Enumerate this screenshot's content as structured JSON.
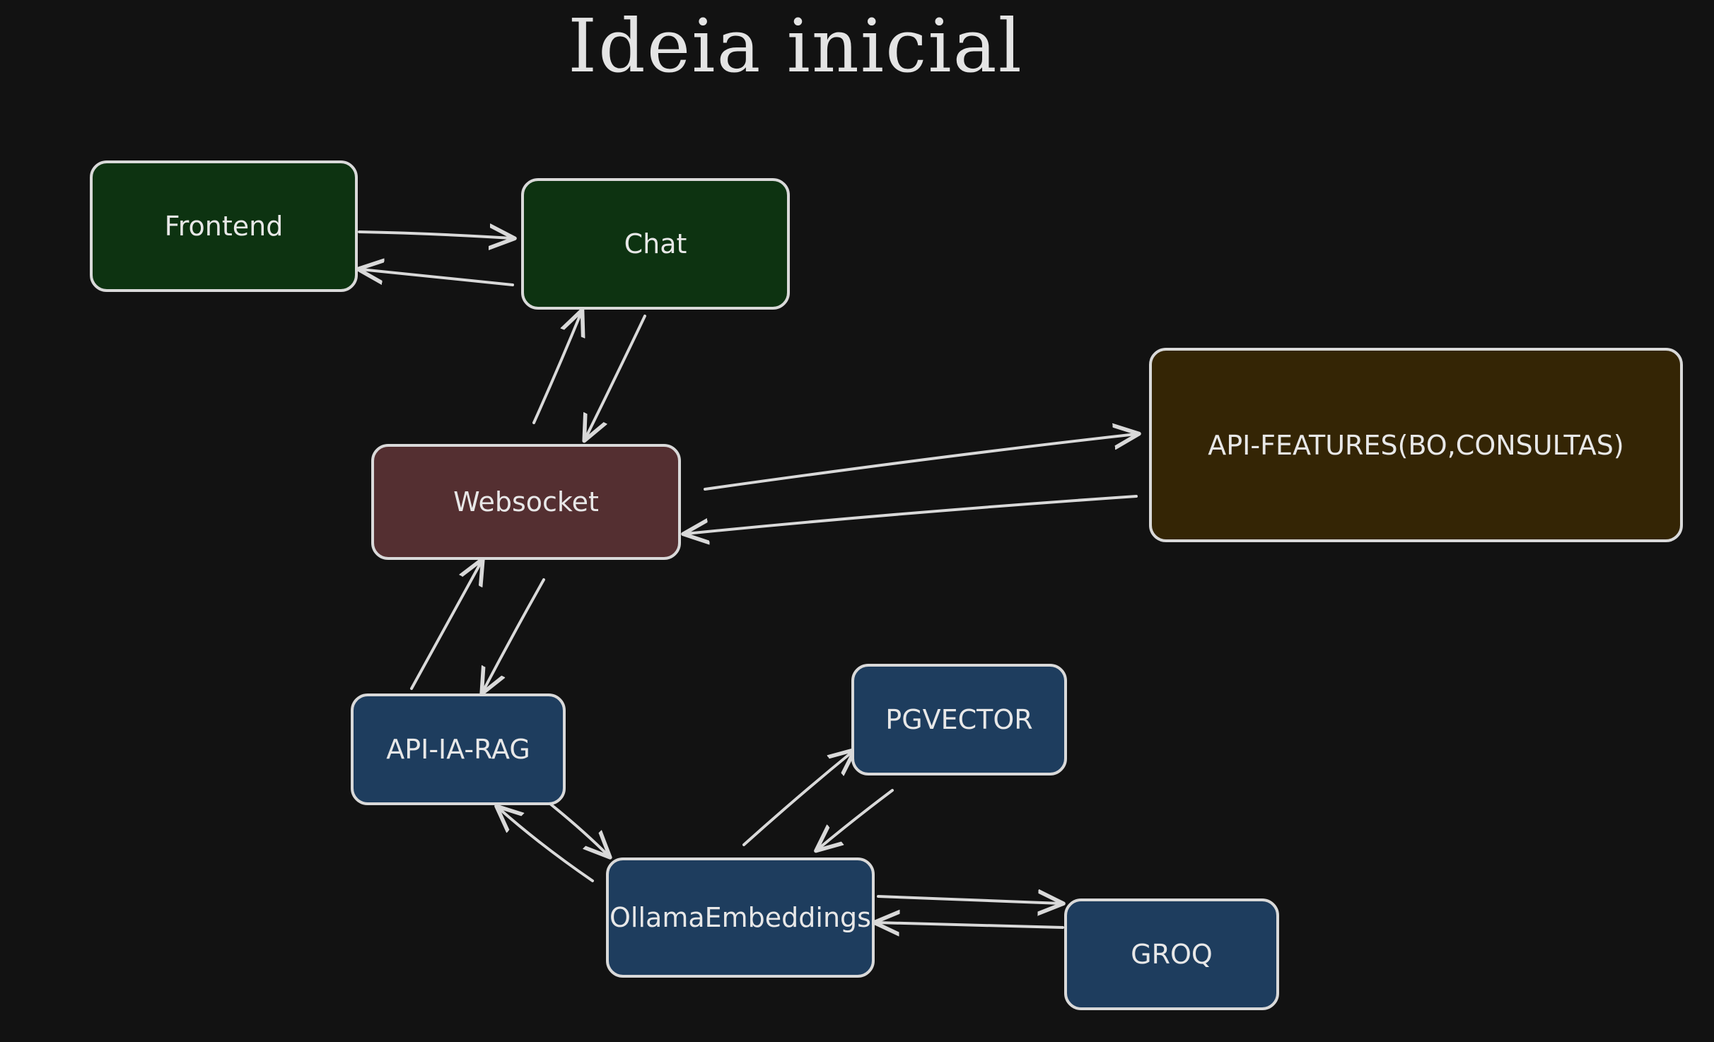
{
  "title": "Ideia inicial",
  "colors": {
    "background": "#121212",
    "stroke": "#d9d9d9",
    "frontend_chat_fill": "#0d3311",
    "websocket_fill": "#542f31",
    "api_features_fill": "#342505",
    "service_fill": "#1e3d5e"
  },
  "nodes": {
    "frontend": "Frontend",
    "chat": "Chat",
    "websocket": "Websocket",
    "api_features": "API-FEATURES(BO,CONSULTAS)",
    "api_ia_rag": "API-IA-RAG",
    "pgvector": "PGVECTOR",
    "ollama": "OllamaEmbeddings",
    "groq": "GROQ"
  },
  "edges": [
    {
      "from": "frontend",
      "to": "chat"
    },
    {
      "from": "chat",
      "to": "frontend"
    },
    {
      "from": "websocket",
      "to": "chat"
    },
    {
      "from": "chat",
      "to": "websocket"
    },
    {
      "from": "websocket",
      "to": "api_features"
    },
    {
      "from": "api_features",
      "to": "websocket"
    },
    {
      "from": "api_ia_rag",
      "to": "websocket"
    },
    {
      "from": "websocket",
      "to": "api_ia_rag"
    },
    {
      "from": "api_ia_rag",
      "to": "ollama"
    },
    {
      "from": "ollama",
      "to": "api_ia_rag"
    },
    {
      "from": "ollama",
      "to": "pgvector"
    },
    {
      "from": "pgvector",
      "to": "ollama"
    },
    {
      "from": "ollama",
      "to": "groq"
    },
    {
      "from": "groq",
      "to": "ollama"
    }
  ]
}
